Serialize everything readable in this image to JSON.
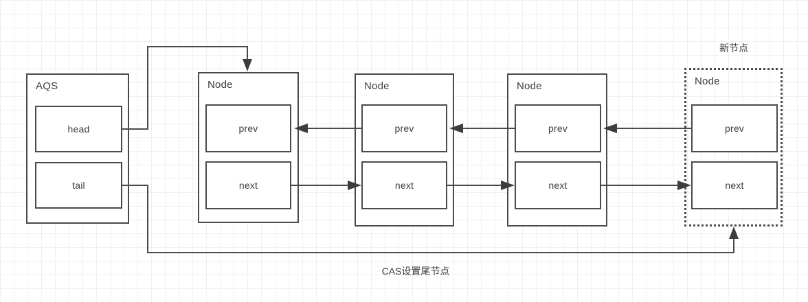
{
  "diagram": {
    "title_note_new_node": "新节点",
    "caption_cas": "CAS设置尾节点",
    "colors": {
      "stroke": "#4a4a4a",
      "text": "#3d3d3d",
      "background": "#ffffff",
      "grid_minor": "#f0f0f0",
      "grid_major": "#e6e6e6"
    },
    "aqs": {
      "title": "AQS",
      "fields": [
        {
          "label": "head"
        },
        {
          "label": "tail"
        }
      ]
    },
    "nodes": [
      {
        "title": "Node",
        "style": "solid",
        "fields": [
          {
            "label": "prev"
          },
          {
            "label": "next"
          }
        ]
      },
      {
        "title": "Node",
        "style": "solid",
        "fields": [
          {
            "label": "prev"
          },
          {
            "label": "next"
          }
        ]
      },
      {
        "title": "Node",
        "style": "solid",
        "fields": [
          {
            "label": "prev"
          },
          {
            "label": "next"
          }
        ]
      },
      {
        "title": "Node",
        "style": "dotted",
        "fields": [
          {
            "label": "prev"
          },
          {
            "label": "next"
          }
        ]
      }
    ]
  }
}
